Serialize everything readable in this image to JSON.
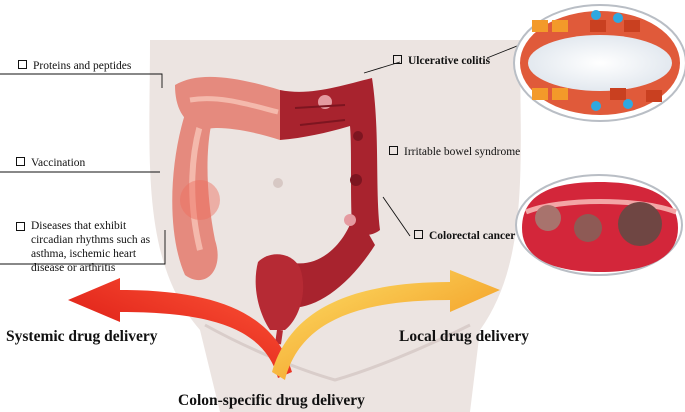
{
  "left_labels": [
    {
      "text": "Proteins and peptides"
    },
    {
      "text": "Vaccination"
    },
    {
      "text": "Diseases that exhibit circadian rhythms such as asthma, ischemic heart disease or arthritis"
    }
  ],
  "right_labels": [
    {
      "text": "Ulcerative colitis"
    },
    {
      "text": "Irritable bowel syndrome"
    },
    {
      "text": "Colorectal cancer"
    }
  ],
  "arrows": {
    "left": "Systemic drug delivery",
    "right": "Local drug delivery",
    "bottom": "Colon-specific drug delivery"
  },
  "colors": {
    "healthy_colon": "#e58a7e",
    "diseased_colon": "#a8232e",
    "body_skin": "#ece4e1",
    "left_arrow": "#e3140f",
    "right_arrow": "#f3a31c"
  }
}
